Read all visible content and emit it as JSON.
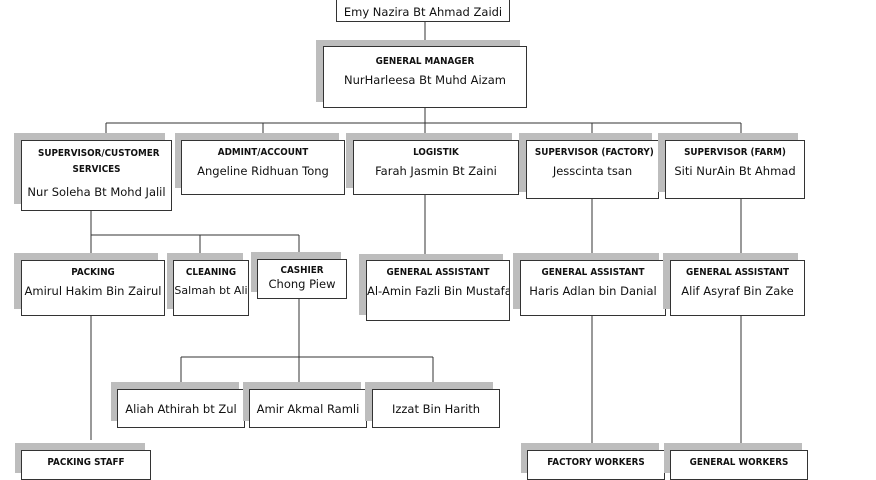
{
  "nodes": [
    {
      "id": "top",
      "title": "",
      "name": "Emy Nazira Bt Ahmad Zaidi"
    },
    {
      "id": "gm",
      "title": "GENERAL MANAGER",
      "name": "NurHarleesa Bt Muhd Aizam"
    },
    {
      "id": "sup_cs",
      "title": "SUPERVISOR/CUSTOMER SERVICES",
      "name": "Nur Soleha Bt Mohd Jalil"
    },
    {
      "id": "admin",
      "title": "ADMINT/ACCOUNT",
      "name": "Angeline Ridhuan Tong"
    },
    {
      "id": "logistik",
      "title": "LOGISTIK",
      "name": "Farah Jasmin Bt Zaini"
    },
    {
      "id": "sup_factory",
      "title": "SUPERVISOR (FACTORY)",
      "name": "Jesscinta tsan"
    },
    {
      "id": "sup_farm",
      "title": "SUPERVISOR (FARM)",
      "name": "Siti NurAin Bt Ahmad"
    },
    {
      "id": "packing",
      "title": "PACKING",
      "name": "Amirul Hakim Bin Zairul"
    },
    {
      "id": "cleaning",
      "title": "CLEANING",
      "name": "Salmah bt Ali"
    },
    {
      "id": "cashier",
      "title": "CASHIER",
      "name": "Chong Piew"
    },
    {
      "id": "ga_log",
      "title": "GENERAL ASSISTANT",
      "name": "Al-Amin Fazli Bin Mustafa"
    },
    {
      "id": "ga_factory",
      "title": "GENERAL ASSISTANT",
      "name": "Haris Adlan bin Danial"
    },
    {
      "id": "ga_farm",
      "title": "GENERAL ASSISTANT",
      "name": "Alif Asyraf Bin Zake"
    },
    {
      "id": "c1",
      "title": "",
      "name": "Aliah Athirah bt Zul"
    },
    {
      "id": "c2",
      "title": "",
      "name": "Amir Akmal Ramli"
    },
    {
      "id": "c3",
      "title": "",
      "name": "Izzat Bin Harith"
    },
    {
      "id": "pack_staff",
      "title": "PACKING STAFF",
      "name": ""
    },
    {
      "id": "factory_workers",
      "title": "FACTORY WORKERS",
      "name": ""
    },
    {
      "id": "general_workers",
      "title": "GENERAL WORKERS",
      "name": ""
    }
  ],
  "colors": {
    "line": "#333333",
    "shadow": "#bdbdbd",
    "border": "#333333"
  }
}
